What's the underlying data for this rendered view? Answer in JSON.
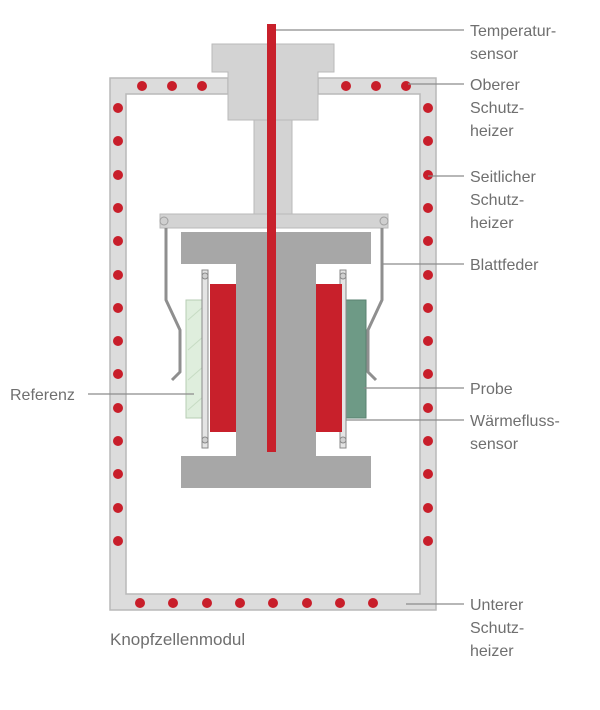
{
  "labels": {
    "temperature_sensor": [
      "Temperatur-",
      "sensor"
    ],
    "upper_guard_heater": [
      "Oberer",
      "Schutz-",
      "heizer"
    ],
    "side_guard_heater": [
      "Seitlicher",
      "Schutz-",
      "heizer"
    ],
    "leaf_spring": [
      "Blattfeder"
    ],
    "probe": [
      "Probe"
    ],
    "heat_flux_sensor": [
      "Wärmefluss-",
      "sensor"
    ],
    "lower_guard_heater": [
      "Unterer",
      "Schutz-",
      "heizer"
    ],
    "reference": [
      "Referenz"
    ],
    "module": [
      "Knopfzellenmodul"
    ]
  },
  "colors": {
    "frame": "#dcdcdc",
    "frame_stroke": "#b9b9b9",
    "heater_dot": "#c81e2a",
    "block": "#a7a7a7",
    "block_light": "#d3d3d3",
    "sensor_rod": "#c8202b",
    "heat_flux": "#c8202b",
    "reference_fill": "#dfeedd",
    "probe_fill": "#6e9a86",
    "text": "#6f6f6f"
  }
}
